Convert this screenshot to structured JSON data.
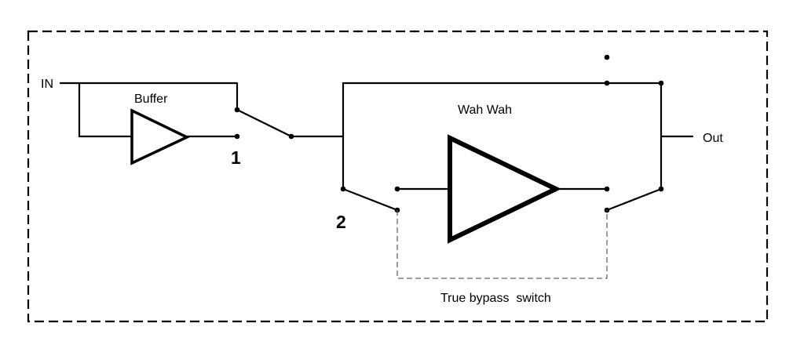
{
  "labels": {
    "input": "IN",
    "buffer": "Buffer",
    "effect": "Wah Wah",
    "output": "Out",
    "switch_1": "1",
    "switch_2": "2",
    "bypass_switch": "True bypass  switch"
  }
}
